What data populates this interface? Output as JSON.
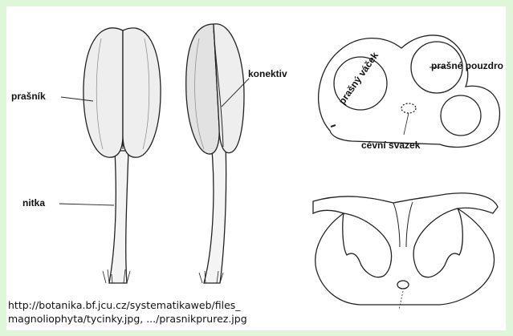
{
  "labels": {
    "prasnik": "prašník",
    "nitka": "nitka",
    "konektiv": "konektiv",
    "prasny_vacek": "prašný váček",
    "prasne_pouzdro": "prašné pouzdro",
    "cevni_svazek": "cévní svazek"
  },
  "caption": {
    "line1": "http://botanika.bf.jcu.cz/systematikaweb/files_",
    "line2": "magnoliophyta/tycinky.jpg, .../prasnikprurez.jpg"
  }
}
